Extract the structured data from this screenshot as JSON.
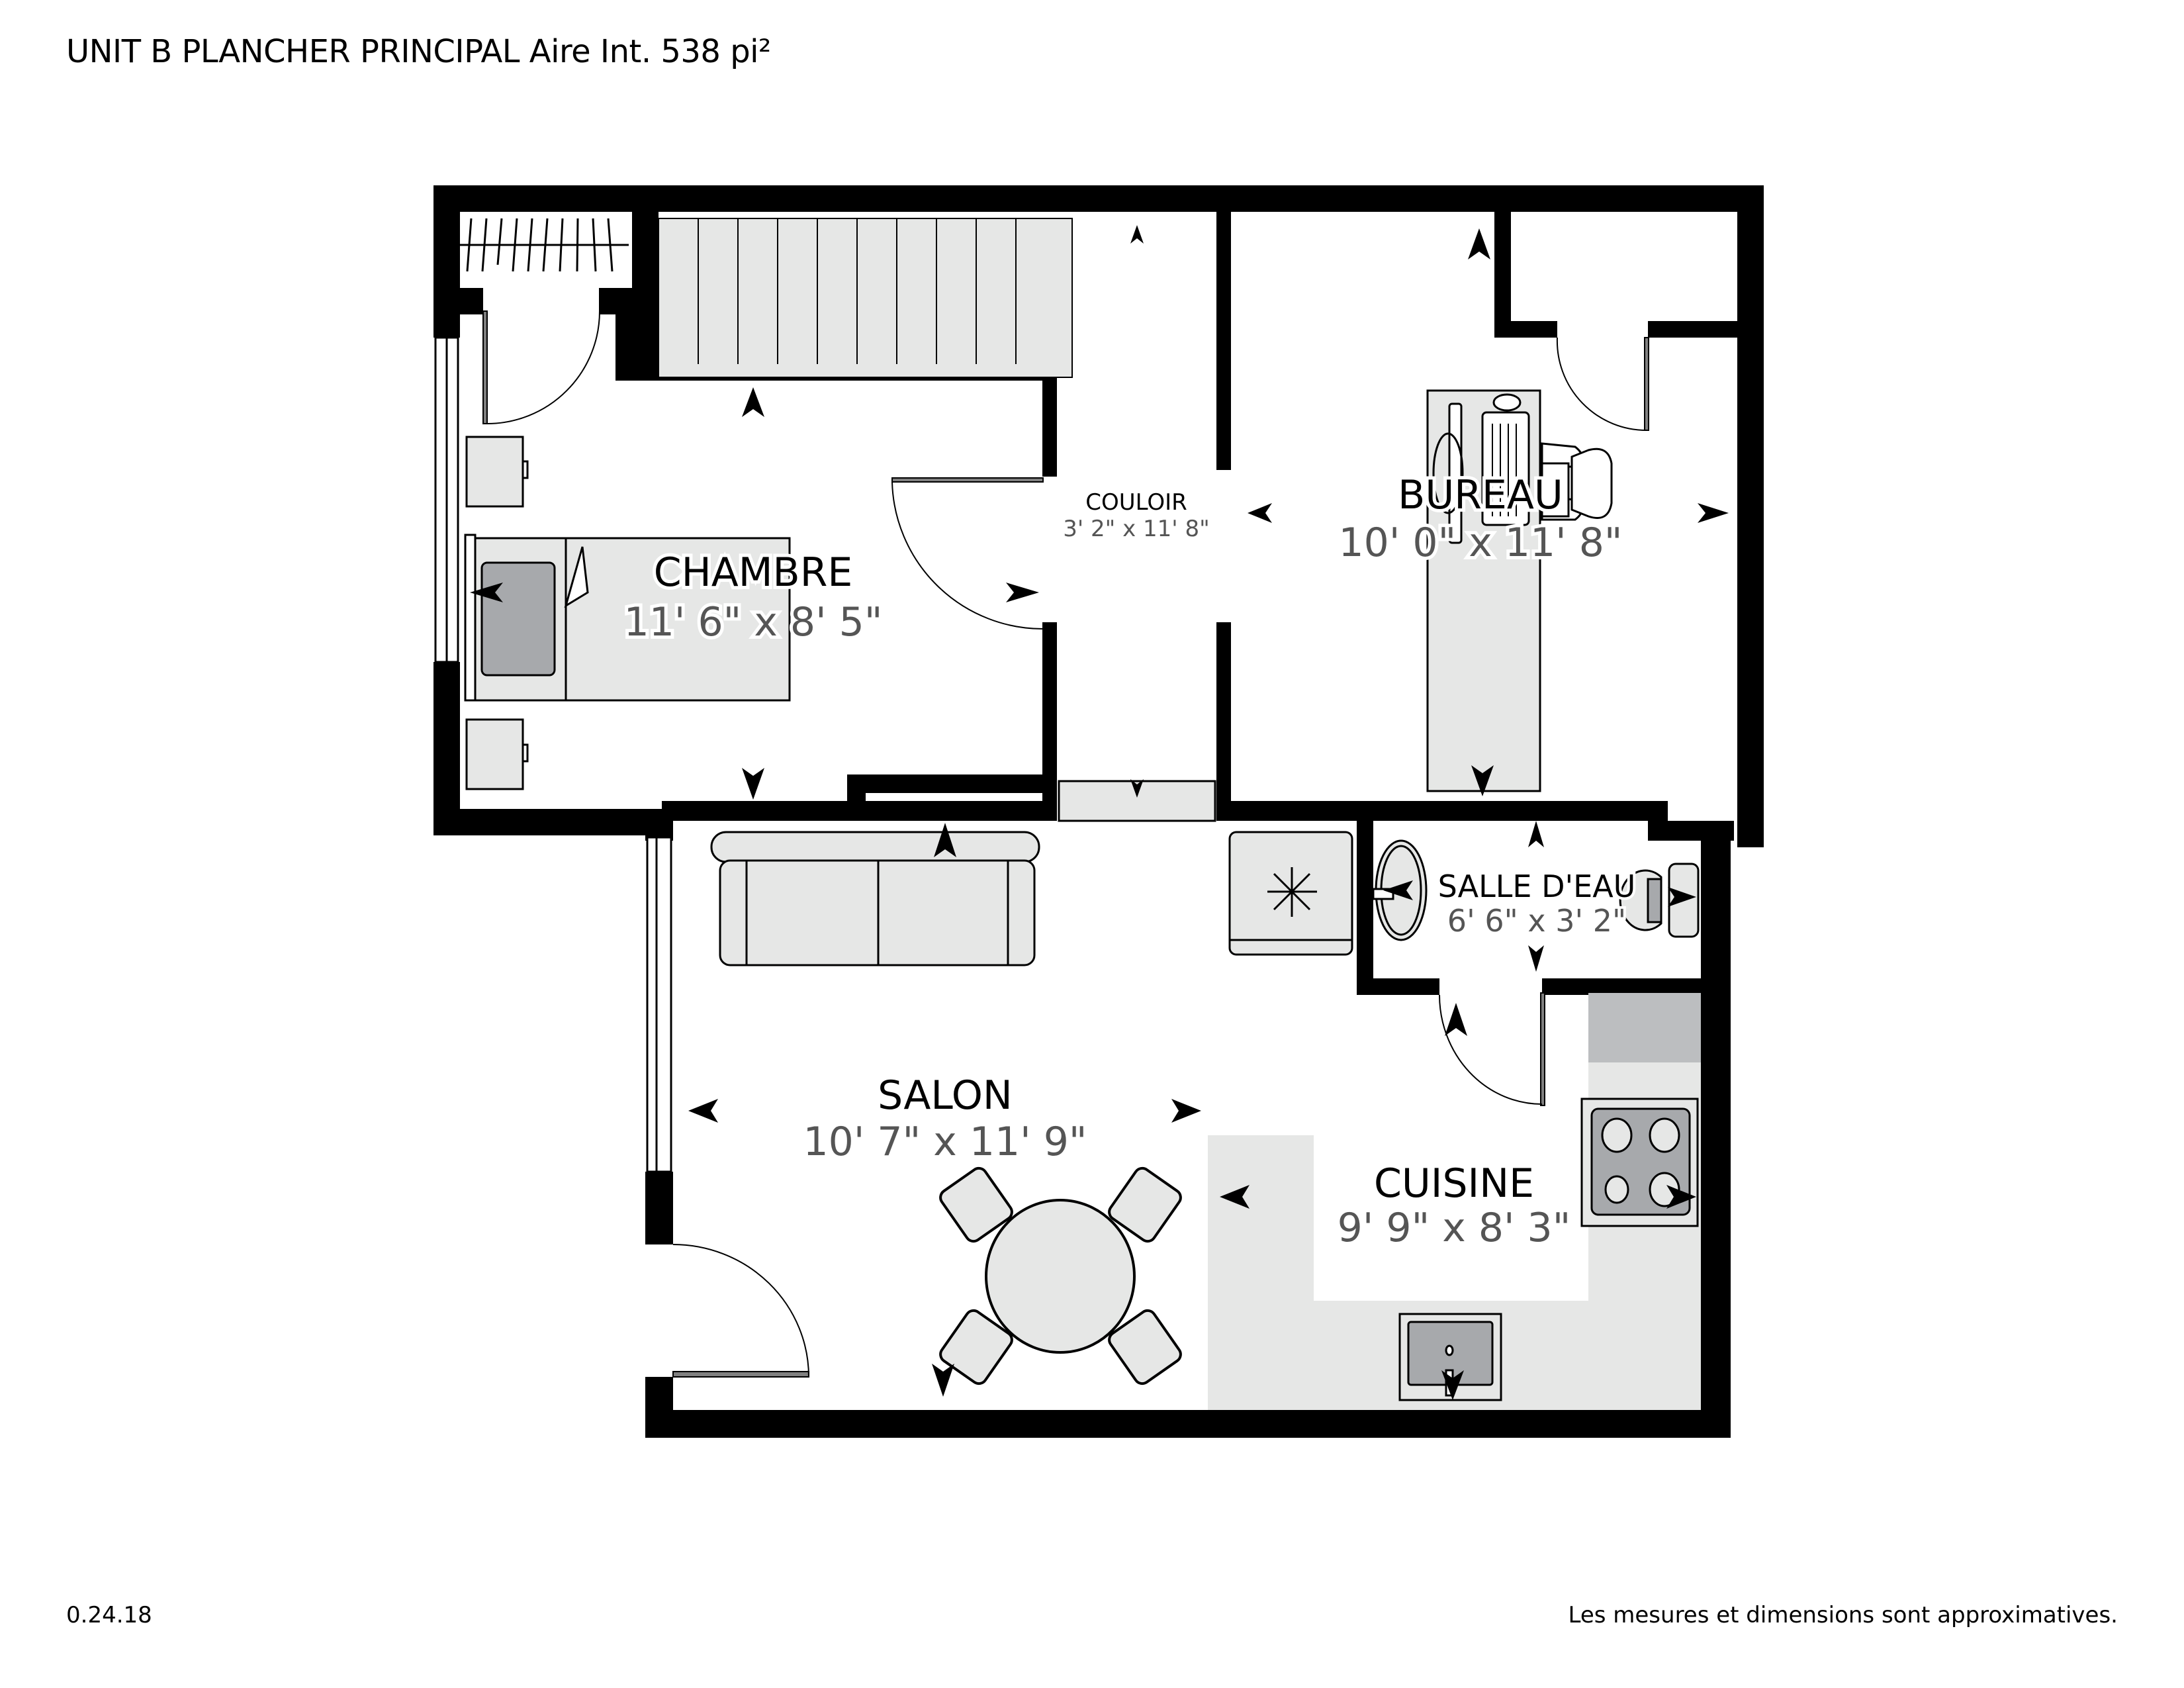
{
  "header": {
    "title": "UNIT B PLANCHER PRINCIPAL Aire Int. 538 pi²"
  },
  "rooms": {
    "chambre": {
      "name": "CHAMBRE",
      "dims": "11' 6\" x 8' 5\""
    },
    "couloir": {
      "name": "COULOIR",
      "dims": "3' 2\" x 11' 8\""
    },
    "bureau": {
      "name": "BUREAU",
      "dims": "10' 0\" x 11' 8\""
    },
    "salle_deau": {
      "name": "SALLE D'EAU",
      "dims": "6' 6\" x 3' 2\""
    },
    "salon": {
      "name": "SALON",
      "dims": "10' 7\" x 11' 9\""
    },
    "cuisine": {
      "name": "CUISINE",
      "dims": "9' 9\" x 8' 3\""
    }
  },
  "footer": {
    "version": "0.24.18",
    "disclaimer": "Les mesures et dimensions sont approximatives."
  },
  "colors": {
    "wall": "#000000",
    "furniture_fill": "#e6e7e6",
    "appliance_dark": "#a7a9ac",
    "dimension_text": "#555555"
  }
}
